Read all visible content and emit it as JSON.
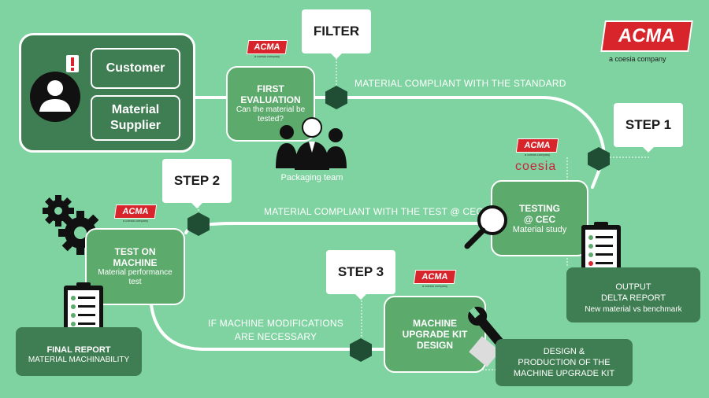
{
  "filter": {
    "label": "FILTER"
  },
  "steps": {
    "step1": "STEP 1",
    "step2": "STEP 2",
    "step3": "STEP 3"
  },
  "sources": {
    "customer": "Customer",
    "material_supplier_l1": "Material",
    "material_supplier_l2": "Supplier"
  },
  "first_evaluation": {
    "title_l1": "FIRST",
    "title_l2": "EVALUATION",
    "sub_l1": "Can the material be",
    "sub_l2": "tested?"
  },
  "packaging_team": "Packaging team",
  "testing_cec": {
    "title_l1": "TESTING",
    "title_l2": "@ CEC",
    "sub": "Material study"
  },
  "output": {
    "title_l1": "OUTPUT",
    "title_l2": "DELTA REPORT",
    "sub": "New material vs benchmark"
  },
  "test_on_machine": {
    "title_l1": "TEST ON",
    "title_l2": "MACHINE",
    "sub_l1": "Material performance",
    "sub_l2": "test"
  },
  "final_report": {
    "title": "FINAL REPORT",
    "sub": "MATERIAL MACHINABILITY"
  },
  "machine_kit": {
    "title_l1": "MACHINE",
    "title_l2": "UPGRADE KIT",
    "title_l3": "DESIGN"
  },
  "design_production": {
    "l1": "DESIGN &",
    "l2": "PRODUCTION OF THE",
    "l3": "MACHINE UPGRADE KIT"
  },
  "path_labels": {
    "compliant_standard": "MATERIAL COMPLIANT WITH THE STANDARD",
    "compliant_test": "MATERIAL COMPLIANT WITH THE TEST @ CEC",
    "modifications_l1": "IF  MACHINE MODIFICATIONS",
    "modifications_l2": "ARE NECESSARY"
  },
  "brand": {
    "acma": "ACMA",
    "tagline_main": "a coesia company",
    "coesia": "coesia"
  },
  "colors": {
    "background": "#7fd3a1",
    "box_green": "#5daa6d",
    "box_dark": "#3f7e52",
    "hexagon": "#1f4e35",
    "acma_red": "#d8242b"
  },
  "icons": [
    "alert-user-icon",
    "team-icon",
    "magnifier-icon",
    "clipboard-icon",
    "gears-icon",
    "wrench-icon"
  ]
}
